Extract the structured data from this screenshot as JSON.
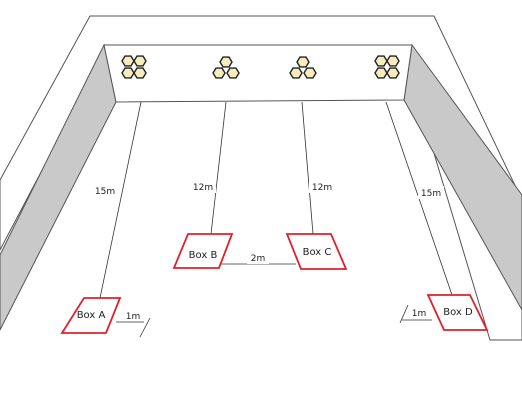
{
  "colors": {
    "box_outline": "#e0202a",
    "wall_side": "#c9c9c9",
    "wall_top": "#ffffff",
    "wall_edge": "#555555",
    "hex_fill": "#f6edbf",
    "hex_stroke": "#222222"
  },
  "boxes": [
    {
      "id": "a",
      "label": "Box A"
    },
    {
      "id": "b",
      "label": "Box B"
    },
    {
      "id": "c",
      "label": "Box C"
    },
    {
      "id": "d",
      "label": "Box D"
    }
  ],
  "distances": {
    "a": "15m",
    "b": "12m",
    "c": "12m",
    "d": "15m",
    "b_to_c": "2m",
    "a_offset": "1m",
    "d_offset": "1m"
  },
  "hex_clusters": [
    {
      "id": "1",
      "arrangement": "2x2"
    },
    {
      "id": "2",
      "arrangement": "triangle"
    },
    {
      "id": "3",
      "arrangement": "triangle"
    },
    {
      "id": "4",
      "arrangement": "2x2"
    }
  ]
}
